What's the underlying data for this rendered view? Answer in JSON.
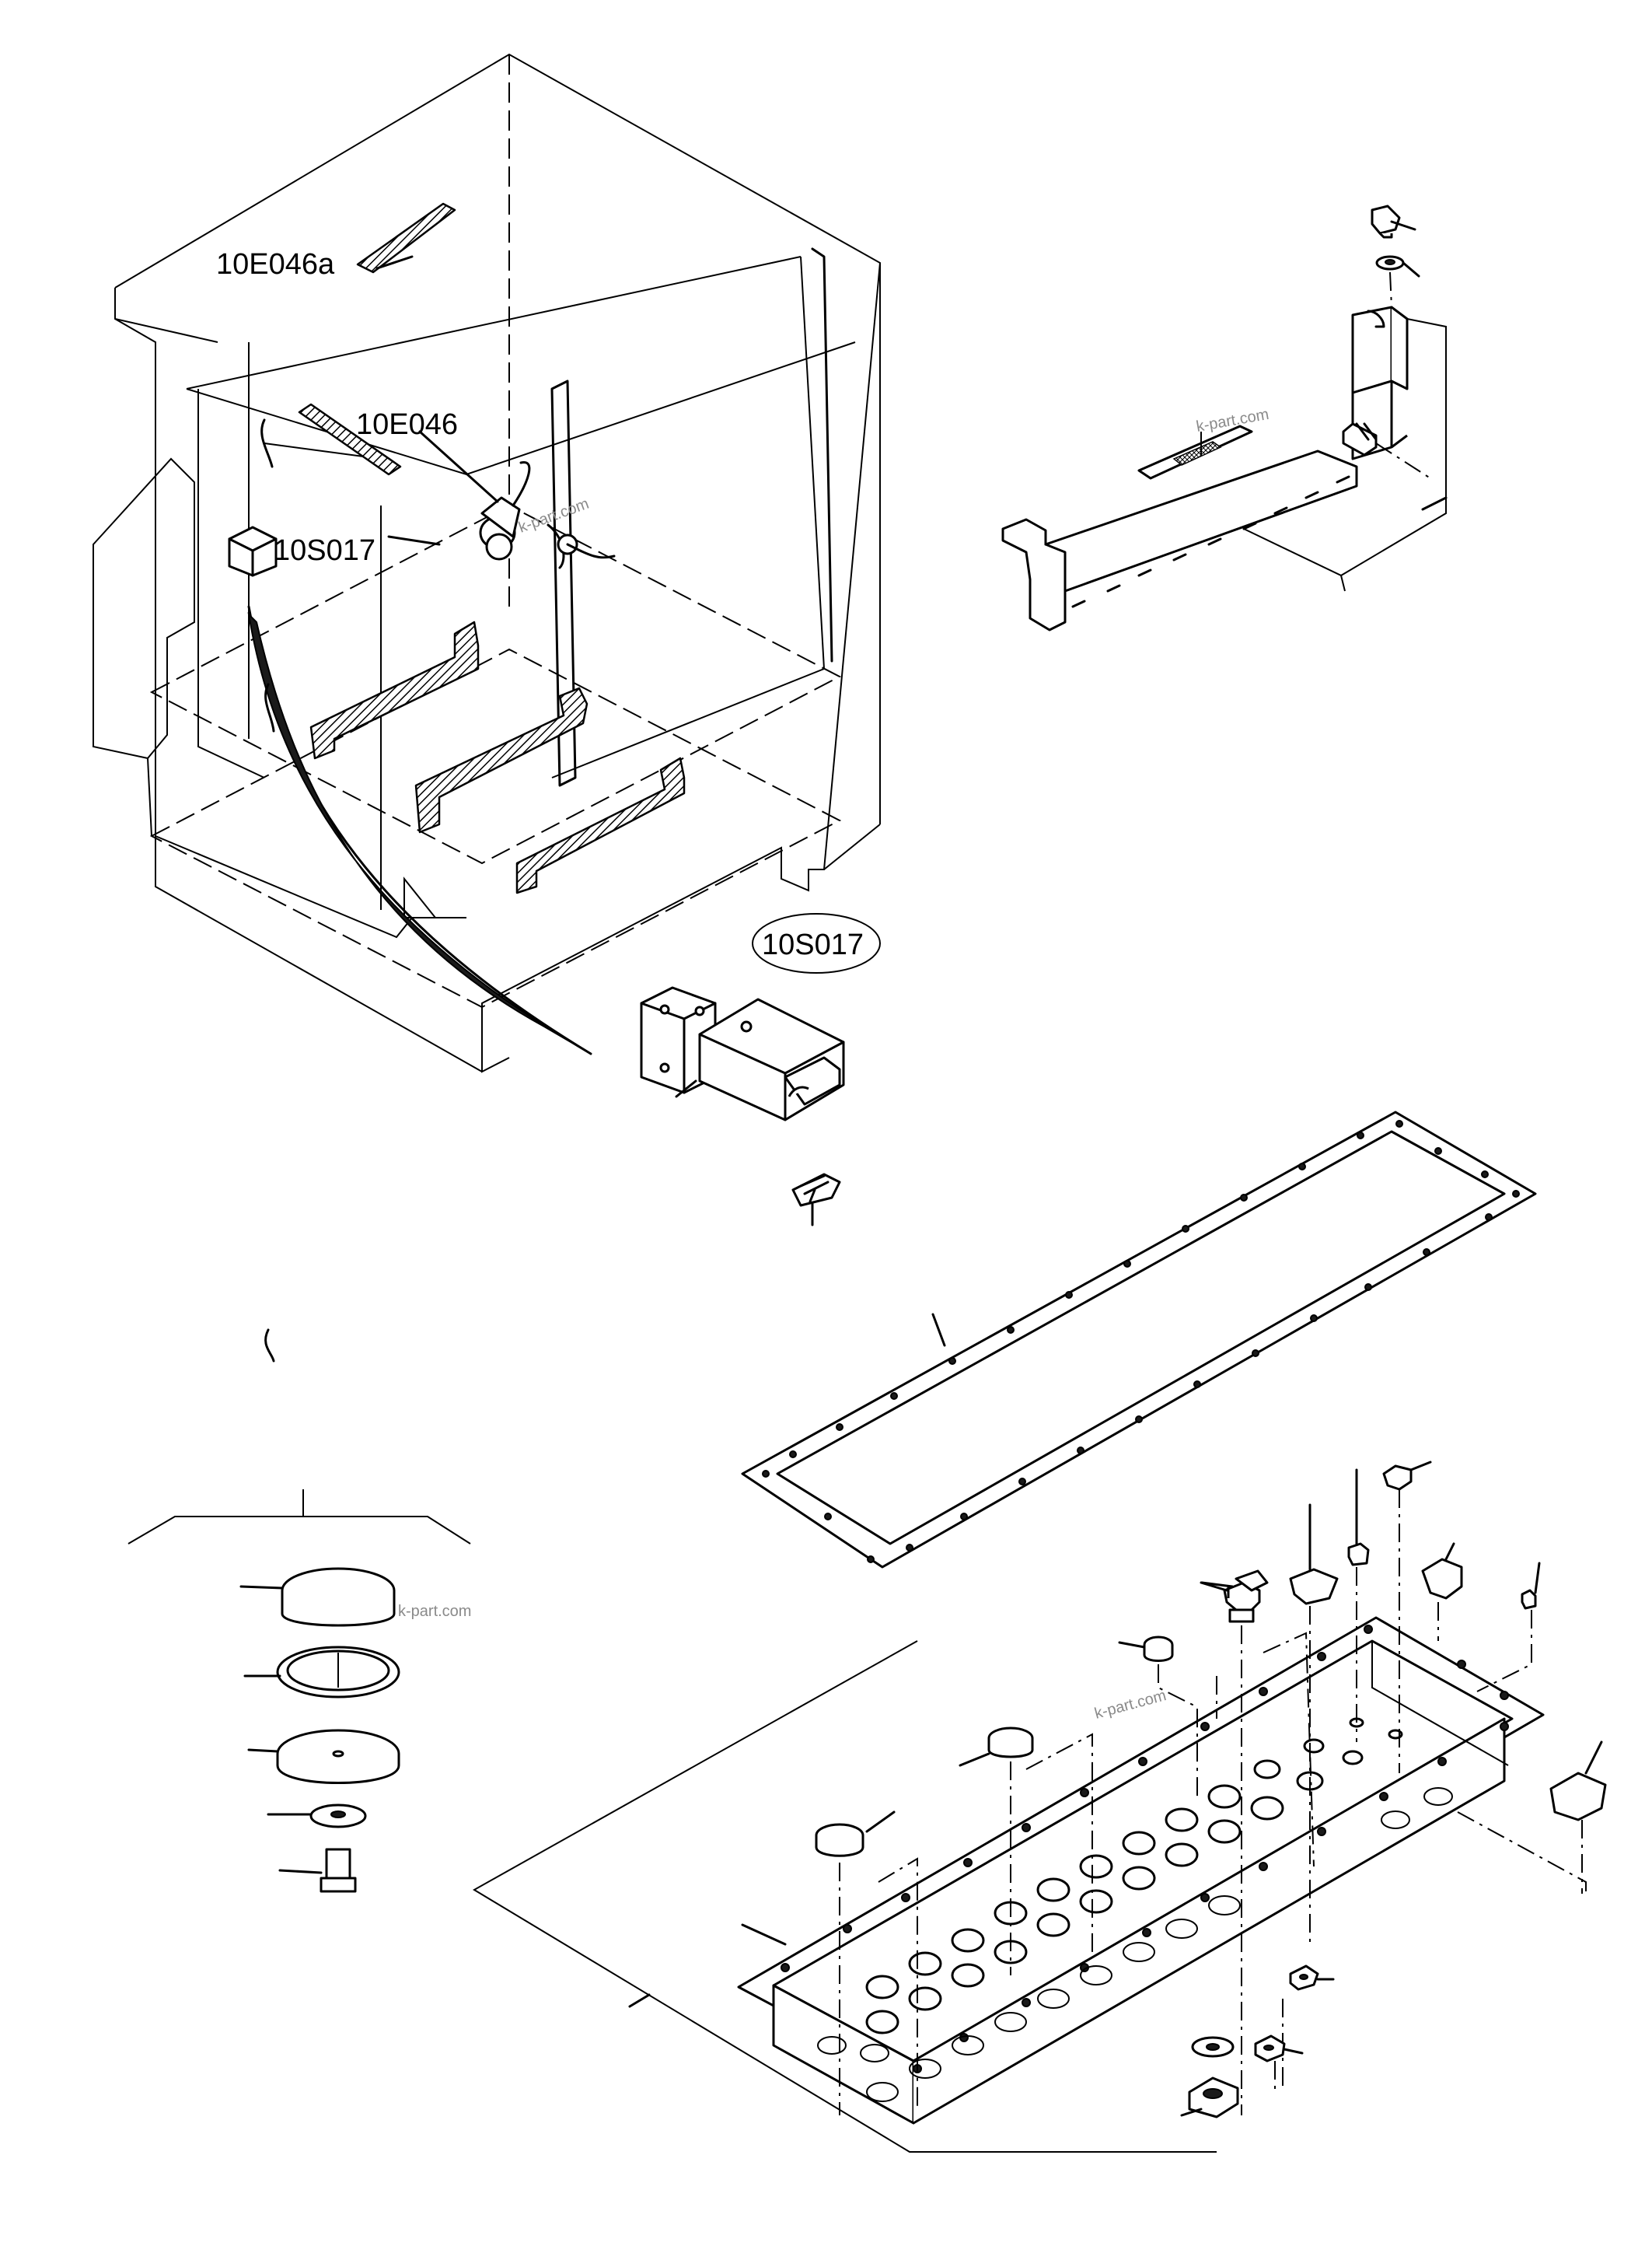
{
  "labels": {
    "sensor_bracket_upper": "10E046a",
    "sensor_bracket": "10E046",
    "switch": "10S017",
    "switch_detail": "10S017"
  },
  "watermarks": [
    "k-part.com",
    "k-part.com",
    "k-part.com",
    "k-part.com"
  ],
  "colors": {
    "line": "#000000",
    "background": "#ffffff",
    "watermark": "#8a8a8a"
  }
}
